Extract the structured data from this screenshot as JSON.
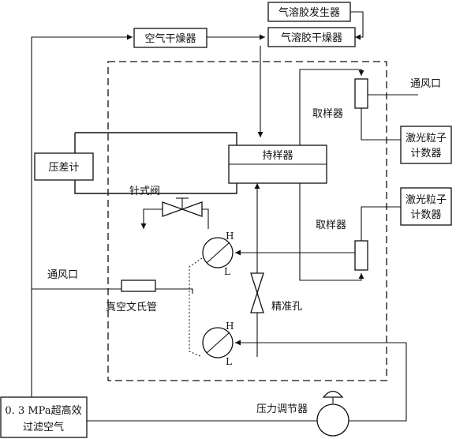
{
  "labels": {
    "aerosol_generator": "气溶胶发生器",
    "aerosol_dryer": "气溶胶干燥器",
    "air_dryer": "空气干燥器",
    "vent_top": "通风口",
    "sampler_top": "取样器",
    "laser_counter_top_line1": "激光粒子",
    "laser_counter_top_line2": "计数器",
    "pressure_gauge": "压差计",
    "holder": "持样器",
    "laser_counter_bottom_line1": "激光粒子",
    "laser_counter_bottom_line2": "计数器",
    "needle_valve": "针式阀",
    "sampler_bottom": "取样器",
    "vent_left": "通风口",
    "venturi": "真空文氏管",
    "precision_orifice": "精准孔",
    "pressure_regulator": "压力调节器",
    "filtered_air_line1": "0. 3 MPa超高效",
    "filtered_air_line2": "过滤空气",
    "manometer_upper_h": "H",
    "manometer_upper_l": "L",
    "manometer_lower_h": "H",
    "manometer_lower_l": "L"
  }
}
